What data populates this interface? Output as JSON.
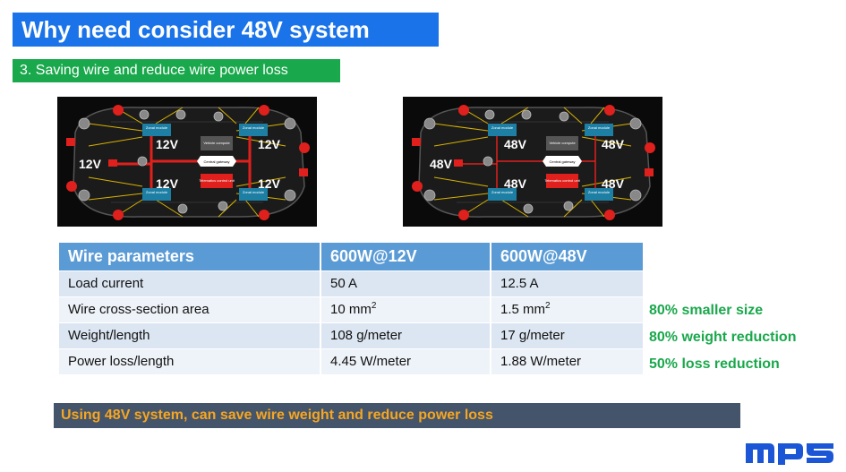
{
  "title": "Why need consider 48V system",
  "subtitle": "3. Saving wire and reduce wire power loss",
  "diagrams": [
    {
      "voltage": "12V",
      "module_labels": [
        "Zonal module",
        "Zonal module",
        "Zonal module",
        "Zonal module"
      ],
      "vehicle_compute": "Vehicle compute",
      "central_gateway": "Central gateway",
      "telematics": "Telematics control unit"
    },
    {
      "voltage": "48V",
      "module_labels": [
        "Zonal module",
        "Zonal module",
        "Zonal module",
        "Zonal module"
      ],
      "vehicle_compute": "Vehicle compute",
      "central_gateway": "Central gateway",
      "telematics": "Telematics control unit"
    }
  ],
  "table": {
    "headers": [
      "Wire parameters",
      "600W@12V",
      "600W@48V"
    ],
    "rows": [
      {
        "param": "Load current",
        "v12": "50 A",
        "v48": "12.5 A"
      },
      {
        "param": "Wire cross-section area",
        "v12": "10 mm",
        "v12_sup": "2",
        "v48": "1.5 mm",
        "v48_sup": "2"
      },
      {
        "param": "Weight/length",
        "v12": "108 g/meter",
        "v48": "17 g/meter"
      },
      {
        "param": "Power loss/length",
        "v12": "4.45 W/meter",
        "v48": "1.88 W/meter"
      }
    ]
  },
  "benefits": [
    "80% smaller size",
    "80% weight reduction",
    "50% loss reduction"
  ],
  "conclusion": "Using 48V system, can save wire weight and reduce power loss",
  "logo": "MPS",
  "colors": {
    "title_bg": "#1a73e8",
    "subtitle_bg": "#1aa84c",
    "benefit_text": "#1aa84c",
    "bar_bg": "#44546a",
    "bar_text": "#f5a623",
    "logo": "#1a56d6"
  }
}
